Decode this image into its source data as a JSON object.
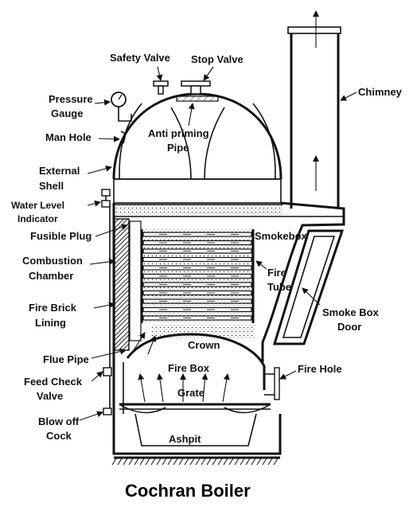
{
  "title": "Cochran Boiler",
  "labels": {
    "safety_valve": "Safety Valve",
    "stop_valve": "Stop Valve",
    "chimney": "Chimney",
    "pressure_gauge_1": "Pressure",
    "pressure_gauge_2": "Gauge",
    "man_hole": "Man Hole",
    "anti_priming_1": "Anti priming",
    "anti_priming_2": "Pipe",
    "external_shell_1": "External",
    "external_shell_2": "Shell",
    "water_level_1": "Water Level",
    "water_level_2": "Indicator",
    "fusible_plug": "Fusible Plug",
    "smokebox": "Smokebox",
    "combustion_1": "Combustion",
    "combustion_2": "Chamber",
    "fire_tube_1": "Fire",
    "fire_tube_2": "Tube",
    "fire_brick_1": "Fire Brick",
    "fire_brick_2": "Lining",
    "smoke_box_door_1": "Smoke Box",
    "smoke_box_door_2": "Door",
    "crown": "Crown",
    "flue_pipe": "Flue Pipe",
    "fire_box": "Fire Box",
    "fire_hole": "Fire Hole",
    "feed_check_1": "Feed Check",
    "feed_check_2": "Valve",
    "grate": "Grate",
    "blow_off_1": "Blow off",
    "blow_off_2": "Cock",
    "ashpit": "Ashpit"
  }
}
